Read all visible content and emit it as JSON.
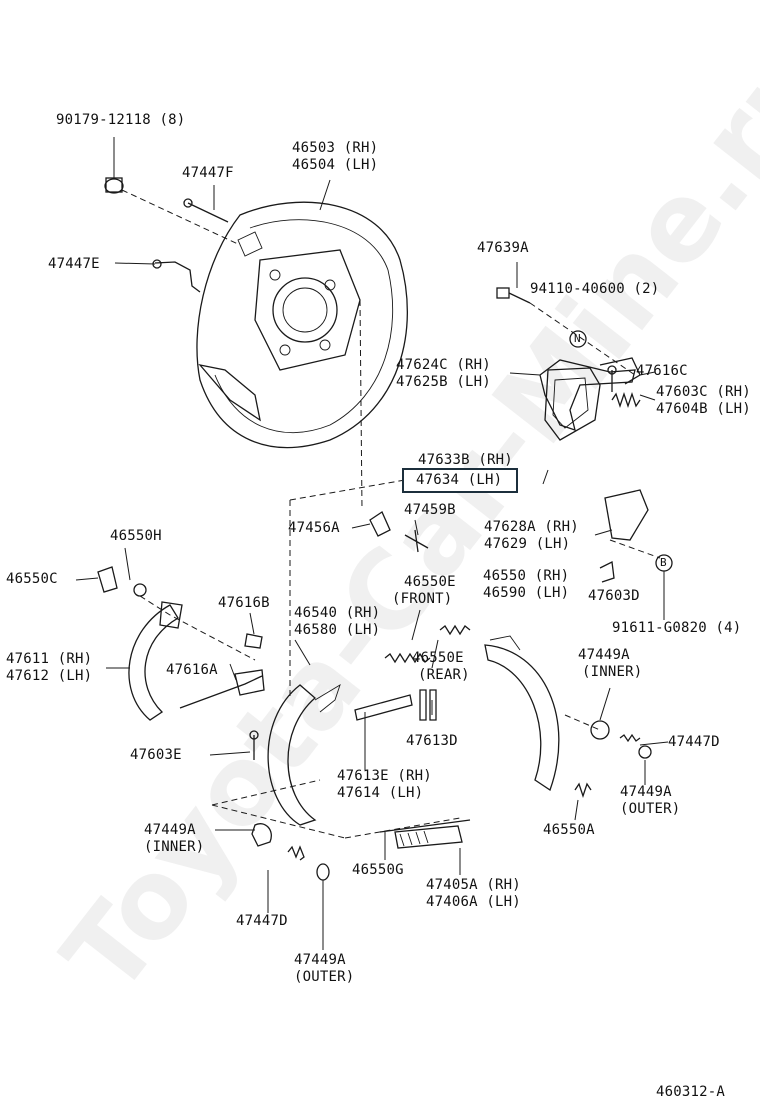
{
  "watermark": "Toyota-Car-Mine.ru",
  "footer_code": "460312-A",
  "callouts": {
    "c90179": [
      "90179-12118 (8)"
    ],
    "c46503": [
      "46503 (RH)",
      "46504 (LH)"
    ],
    "c47447f": [
      "47447F"
    ],
    "c47447e": [
      "47447E"
    ],
    "c47639a": [
      "47639A"
    ],
    "c94110": [
      "94110-40600 (2)"
    ],
    "c47624c": [
      "47624C (RH)",
      "47625B (LH)"
    ],
    "c47603c": [
      "47603C (RH)",
      "47604B (LH)"
    ],
    "c47633b": [
      "47633B (RH)"
    ],
    "c47634": [
      "47634  (LH)"
    ],
    "c47616c": [
      "47616C"
    ],
    "c47456a": [
      "47456A"
    ],
    "c47459b": [
      "47459B"
    ],
    "c47628a": [
      "47628A (RH)",
      "47629  (LH)"
    ],
    "c46550h": [
      "46550H"
    ],
    "c46550c": [
      "46550C"
    ],
    "c46550e_front": [
      "46550E",
      "(FRONT)"
    ],
    "c46550": [
      "46550 (RH)",
      "46590 (LH)"
    ],
    "c47603d_top": [
      "47603D"
    ],
    "c91611": [
      "91611-G0820 (4)"
    ],
    "c47616b": [
      "47616B"
    ],
    "c46540": [
      "46540 (RH)",
      "46580 (LH)"
    ],
    "c47611": [
      "47611 (RH)",
      "47612 (LH)"
    ],
    "c47616a": [
      "47616A"
    ],
    "c46550e_rear": [
      "46550E",
      "(REAR)"
    ],
    "c47613d": [
      "47613D"
    ],
    "c47449a_inner_r": [
      "47449A",
      "(INNER)"
    ],
    "c47447d_r": [
      "47447D"
    ],
    "c47603e": [
      "47603E"
    ],
    "c47613e": [
      "47613E (RH)",
      "47614  (LH)"
    ],
    "c47449a_outer_r": [
      "47449A",
      "(OUTER)"
    ],
    "c47449a_inner_l": [
      "47449A",
      "(INNER)"
    ],
    "c46550a": [
      "46550A"
    ],
    "c46550g": [
      "46550G"
    ],
    "c47405a": [
      "47405A (RH)",
      "47406A (LH)"
    ],
    "c47447d_l": [
      "47447D"
    ],
    "c47449a_outer_l": [
      "47449A",
      "(OUTER)"
    ]
  },
  "markers": {
    "n": "N",
    "b": "B"
  },
  "highlight_color": "#1c2f3c"
}
